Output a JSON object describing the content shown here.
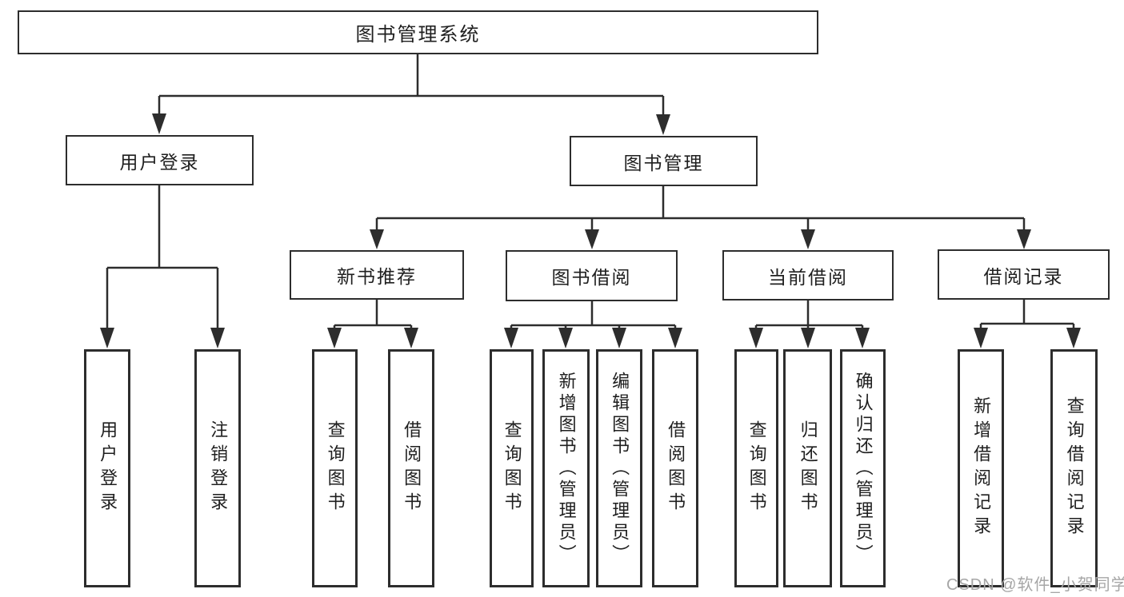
{
  "diagram": {
    "root": {
      "label": "图书管理系统"
    },
    "branches": [
      {
        "label": "用户登录",
        "children": [
          {
            "label": "用户登录"
          },
          {
            "label": "注销登录"
          }
        ]
      },
      {
        "label": "图书管理",
        "groups": [
          {
            "label": "新书推荐",
            "children": [
              {
                "label": "查询图书"
              },
              {
                "label": "借阅图书"
              }
            ]
          },
          {
            "label": "图书借阅",
            "children": [
              {
                "label": "查询图书"
              },
              {
                "label": "新增图书（管理员）"
              },
              {
                "label": "编辑图书（管理员）"
              },
              {
                "label": "借阅图书"
              }
            ]
          },
          {
            "label": "当前借阅",
            "children": [
              {
                "label": "查询图书"
              },
              {
                "label": "归还图书"
              },
              {
                "label": "确认归还（管理员）"
              }
            ]
          },
          {
            "label": "借阅记录",
            "children": [
              {
                "label": "新增借阅记录"
              },
              {
                "label": "查询借阅记录"
              }
            ]
          }
        ]
      }
    ]
  },
  "watermark": {
    "text": "CSDN @软件_小贺同学"
  },
  "colors": {
    "line": "#2d2d2d",
    "text": "#1f1f1f",
    "background": "#ffffff",
    "watermark": "#a6a6a6"
  }
}
